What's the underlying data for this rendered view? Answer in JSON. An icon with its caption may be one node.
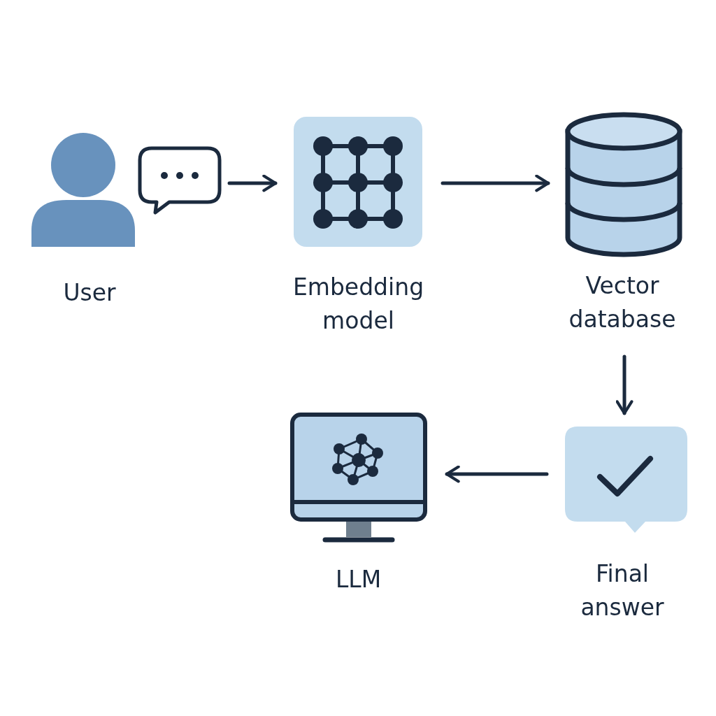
{
  "diagram": {
    "nodes": [
      {
        "text": [
          "User"
        ]
      },
      {
        "text": [
          "Embedding model"
        ]
      },
      {
        "text": [
          "Vector database"
        ]
      },
      {
        "text": [
          "Final answer"
        ]
      },
      {
        "text": [
          "LLM"
        ]
      }
    ],
    "edges": [
      {
        "from": 0,
        "to": 1,
        "arrow": "to"
      },
      {
        "from": 1,
        "to": 2,
        "arrow": "to"
      },
      {
        "from": 2,
        "to": 3,
        "arrow": "to"
      },
      {
        "from": 3,
        "to": 4,
        "arrow": "to"
      }
    ]
  }
}
